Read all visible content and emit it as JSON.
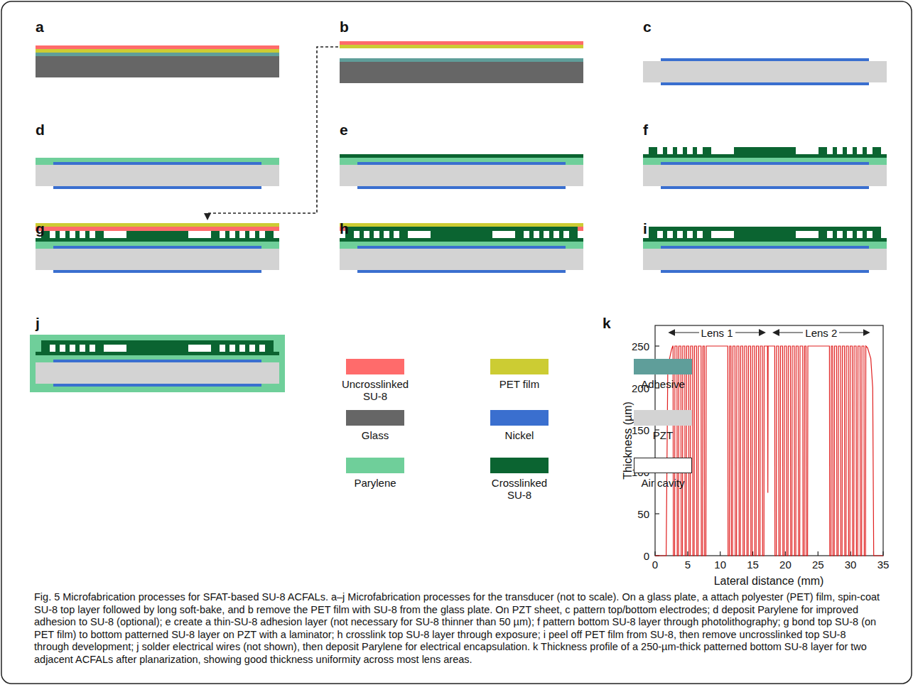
{
  "diagram": {
    "caption": "Fig. 5 Microfabrication processes for SFAT-based SU-8 ACFALs. a–j Microfabrication processes for the transducer (not to scale). On a glass plate, a attach polyester (PET) film, spin-coat SU-8 top layer followed by long soft-bake, and b remove the PET film with SU-8 from the glass plate. On PZT sheet, c pattern top/bottom electrodes; d deposit Parylene for improved adhesion to SU-8 (optional); e create a thin-SU-8 adhesion layer (not necessary for SU-8 thinner than 50 µm); f pattern bottom SU-8 layer through photolithography; g bond top SU-8 (on PET film) to bottom patterned SU-8 layer on PZT with a laminator; h crosslink top SU-8 layer through exposure; i peel off PET film from SU-8, then remove uncrosslinked top SU-8 through development; j solder electrical wires (not shown), then deposit Parylene for electrical encapsulation. k Thickness profile of a 250-µm-thick patterned bottom SU-8 layer for two adjacent ACFALs after planarization, showing good thickness uniformity across most lens areas.",
    "labels": [
      "a",
      "b",
      "c",
      "d",
      "e",
      "f",
      "g",
      "h",
      "i",
      "j",
      "k",
      "Lens 1",
      "Lens 2",
      "Thickness (µm)",
      "Lateral distance (mm)",
      "0",
      "50",
      "100",
      "150",
      "200",
      "250",
      "0",
      "5",
      "10",
      "15",
      "20",
      "25",
      "30",
      "35"
    ],
    "legend": [
      {
        "text": "Uncrosslinked SU-8",
        "color": "#ff6b6b"
      },
      {
        "text": "PET film",
        "color": "#cccc33"
      },
      {
        "text": "Adhesive",
        "color": "#5f9e9a"
      },
      {
        "text": "Glass",
        "color": "#666666"
      },
      {
        "text": "Nickel",
        "color": "#3a6fcf"
      },
      {
        "text": "PZT",
        "color": "#d3d3d3"
      },
      {
        "text": "Parylene",
        "color": "#6fcf9a"
      },
      {
        "text": "Crosslinked SU-8",
        "color": "#0b6431"
      },
      {
        "text": "Air cavity",
        "color": "#ffffff"
      }
    ]
  }
}
